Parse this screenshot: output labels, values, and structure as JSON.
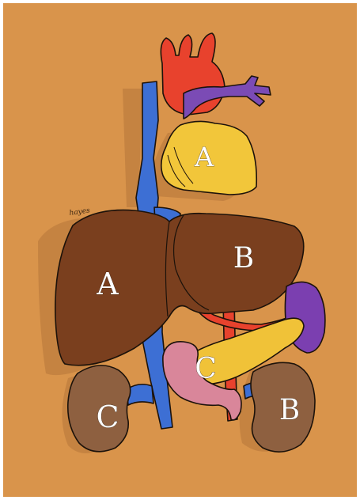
{
  "figure": {
    "background_color": "#d9944b",
    "labels": {
      "heart": "A",
      "liver_left": "A",
      "liver_right": "B",
      "pancreas": "C",
      "kidney_left": "C",
      "kidney_right": "B"
    },
    "artist_signature": "hayes"
  },
  "colors": {
    "heart": "#f2c63a",
    "aorta": "#e8422d",
    "pulmonary_artery": "#7b4bb5",
    "vena_cava": "#3d6fd4",
    "liver": "#7a3f1e",
    "pancreas": "#f0c238",
    "spleen": "#7b3fb0",
    "stomach": "#d9869a",
    "kidney": "#8e6040",
    "outline": "#1c120a",
    "shadow": "#b5753a"
  }
}
